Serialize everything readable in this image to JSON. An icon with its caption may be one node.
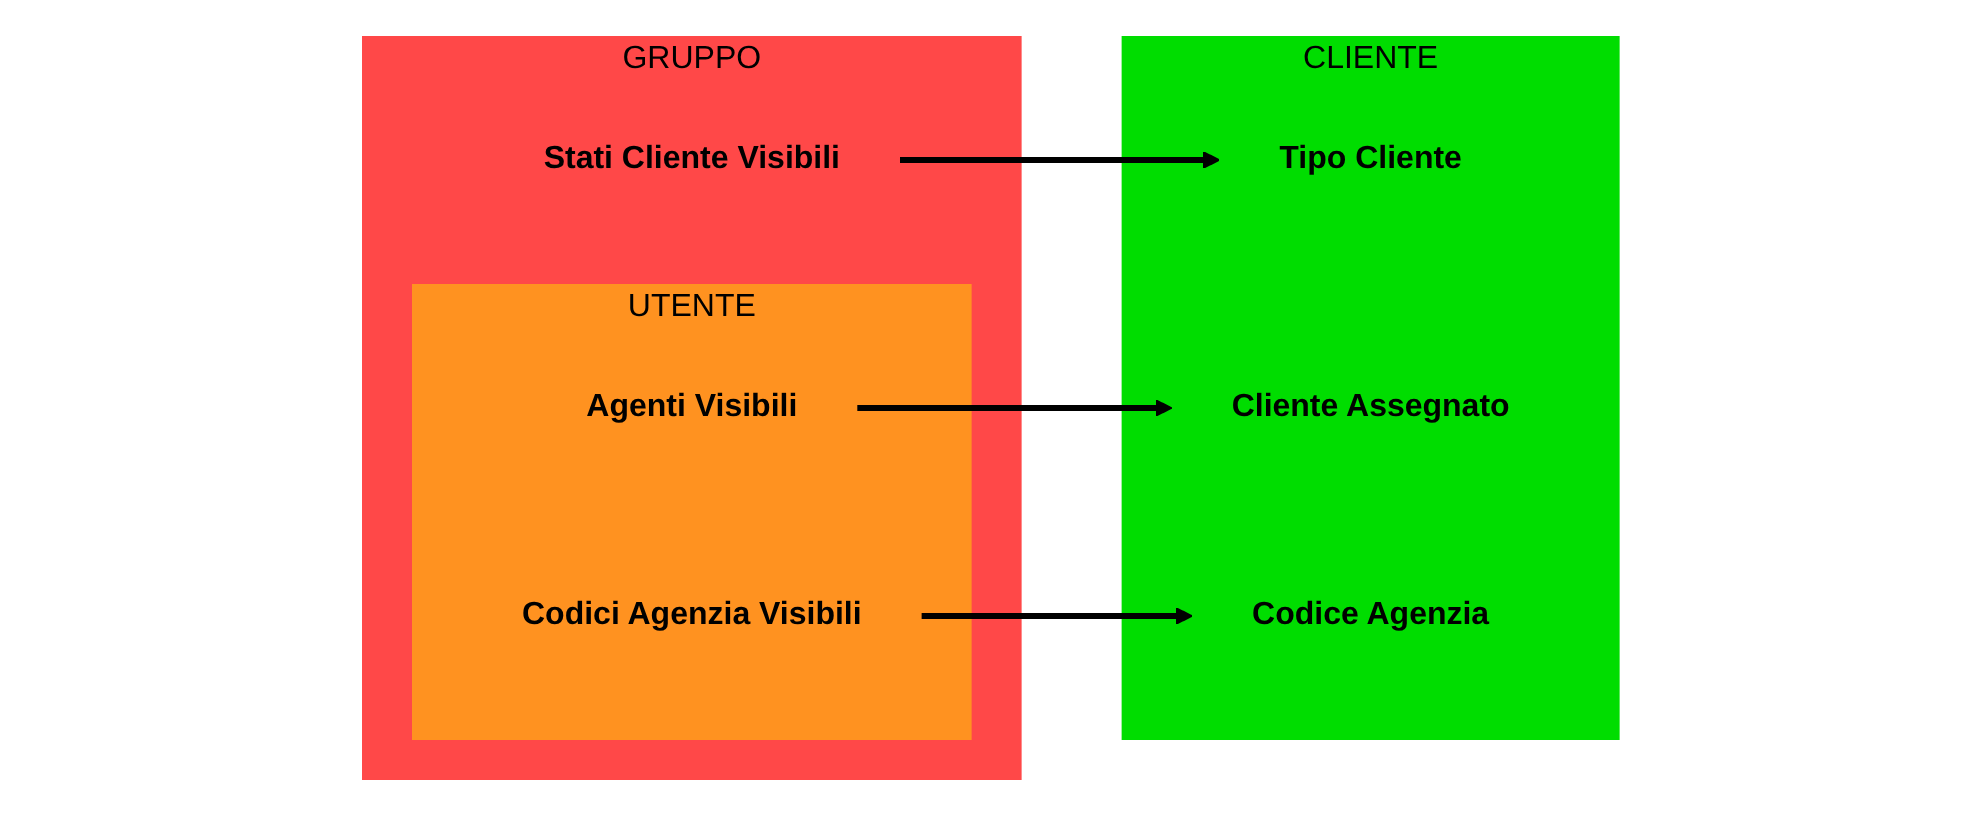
{
  "diagram": {
    "nodes": [
      {
        "text": [
          "GRUPPO"
        ]
      },
      {
        "text": [
          "Stati Cliente Visibili"
        ],
        "in": 0
      },
      {
        "text": [
          "UTENTE"
        ],
        "in": 0
      },
      {
        "text": [
          "Agenti Visibili"
        ],
        "in": 2
      },
      {
        "text": [
          "Codici Agenzia Visibili"
        ],
        "in": 2
      },
      {
        "text": [
          "CLIENTE"
        ]
      },
      {
        "text": [
          "Tipo Cliente"
        ],
        "in": 5
      },
      {
        "text": [
          "Cliente Assegnato"
        ],
        "in": 5
      },
      {
        "text": [
          "Codice Agenzia"
        ],
        "in": 5
      }
    ],
    "edges": [
      {
        "from": 1,
        "to": 6,
        "arrow": "to"
      },
      {
        "from": 3,
        "to": 7,
        "arrow": "to"
      },
      {
        "from": 4,
        "to": 8,
        "arrow": "to"
      }
    ]
  }
}
